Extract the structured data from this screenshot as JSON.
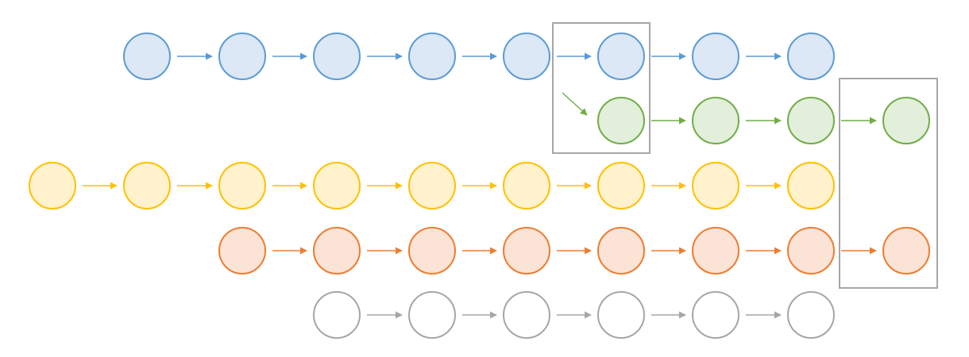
{
  "colors": {
    "blue": {
      "stroke": "#5b9bd5",
      "fill": "#dce8f5"
    },
    "green": {
      "stroke": "#70ad47",
      "fill": "#e2efda"
    },
    "yellow": {
      "stroke": "#ffc000",
      "fill": "#fff2cc"
    },
    "orange": {
      "stroke": "#ed7d31",
      "fill": "#fbe3d5"
    },
    "gray": {
      "stroke": "#a6a6a6",
      "fill": "#ffffff"
    },
    "box": "#a6a6a6"
  },
  "rows": [
    {
      "color": "blue",
      "node_count": 8
    },
    {
      "color": "green",
      "node_count": 4,
      "branch_from": "blue"
    },
    {
      "color": "yellow",
      "node_count": 9
    },
    {
      "color": "orange",
      "node_count": 8
    },
    {
      "color": "gray",
      "node_count": 6
    }
  ],
  "highlight_boxes": 2
}
